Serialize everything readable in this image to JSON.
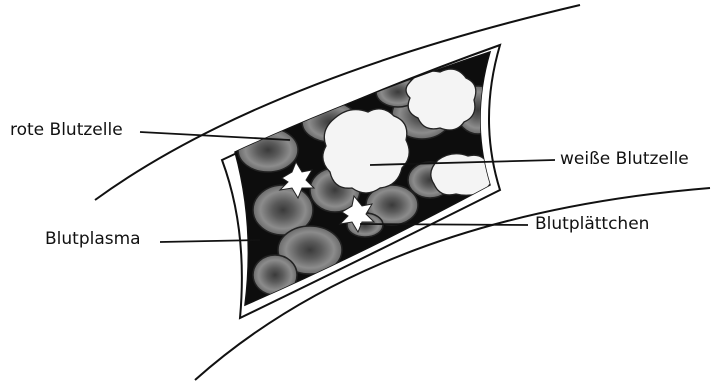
{
  "labels": {
    "red_cell": "rote Blutzelle",
    "white_cell": "weiße Blutzelle",
    "plasma": "Blutplasma",
    "platelets": "Blutplättchen"
  },
  "colors": {
    "line": "#111111",
    "vessel_interior": "#0d0d0d",
    "red_cell_fill": "#8a8a8a",
    "red_cell_center": "#555555",
    "white_cell_fill": "#f4f4f4",
    "background": "#ffffff"
  }
}
